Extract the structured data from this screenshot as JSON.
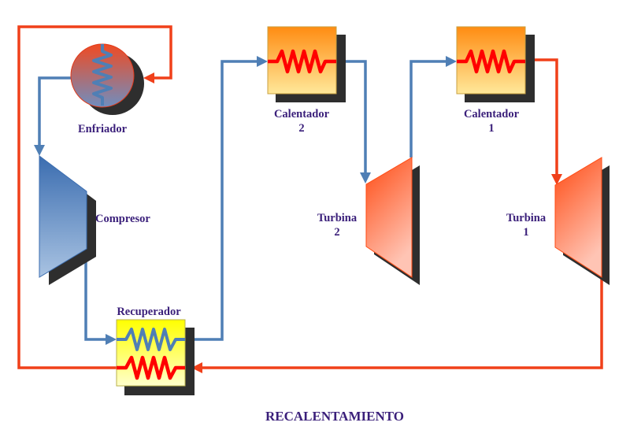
{
  "title": "RECALENTAMIENTO",
  "components": {
    "enfriador": {
      "label": "Enfriador"
    },
    "compresor": {
      "label": "Compresor"
    },
    "recuperador": {
      "label": "Recuperador"
    },
    "calentador2": {
      "line1": "Calentador",
      "line2": "2"
    },
    "calentador1": {
      "line1": "Calentador",
      "line2": "1"
    },
    "turbina2": {
      "line1": "Turbina",
      "line2": "2"
    },
    "turbina1": {
      "line1": "Turbina",
      "line2": "1"
    }
  },
  "colors": {
    "hot_stream": "#f0401a",
    "cold_stream": "#4f7fb5",
    "label_text": "#3a1f7a",
    "heater_resistor": "#ff0000",
    "shadow": "#2e2e2e"
  }
}
